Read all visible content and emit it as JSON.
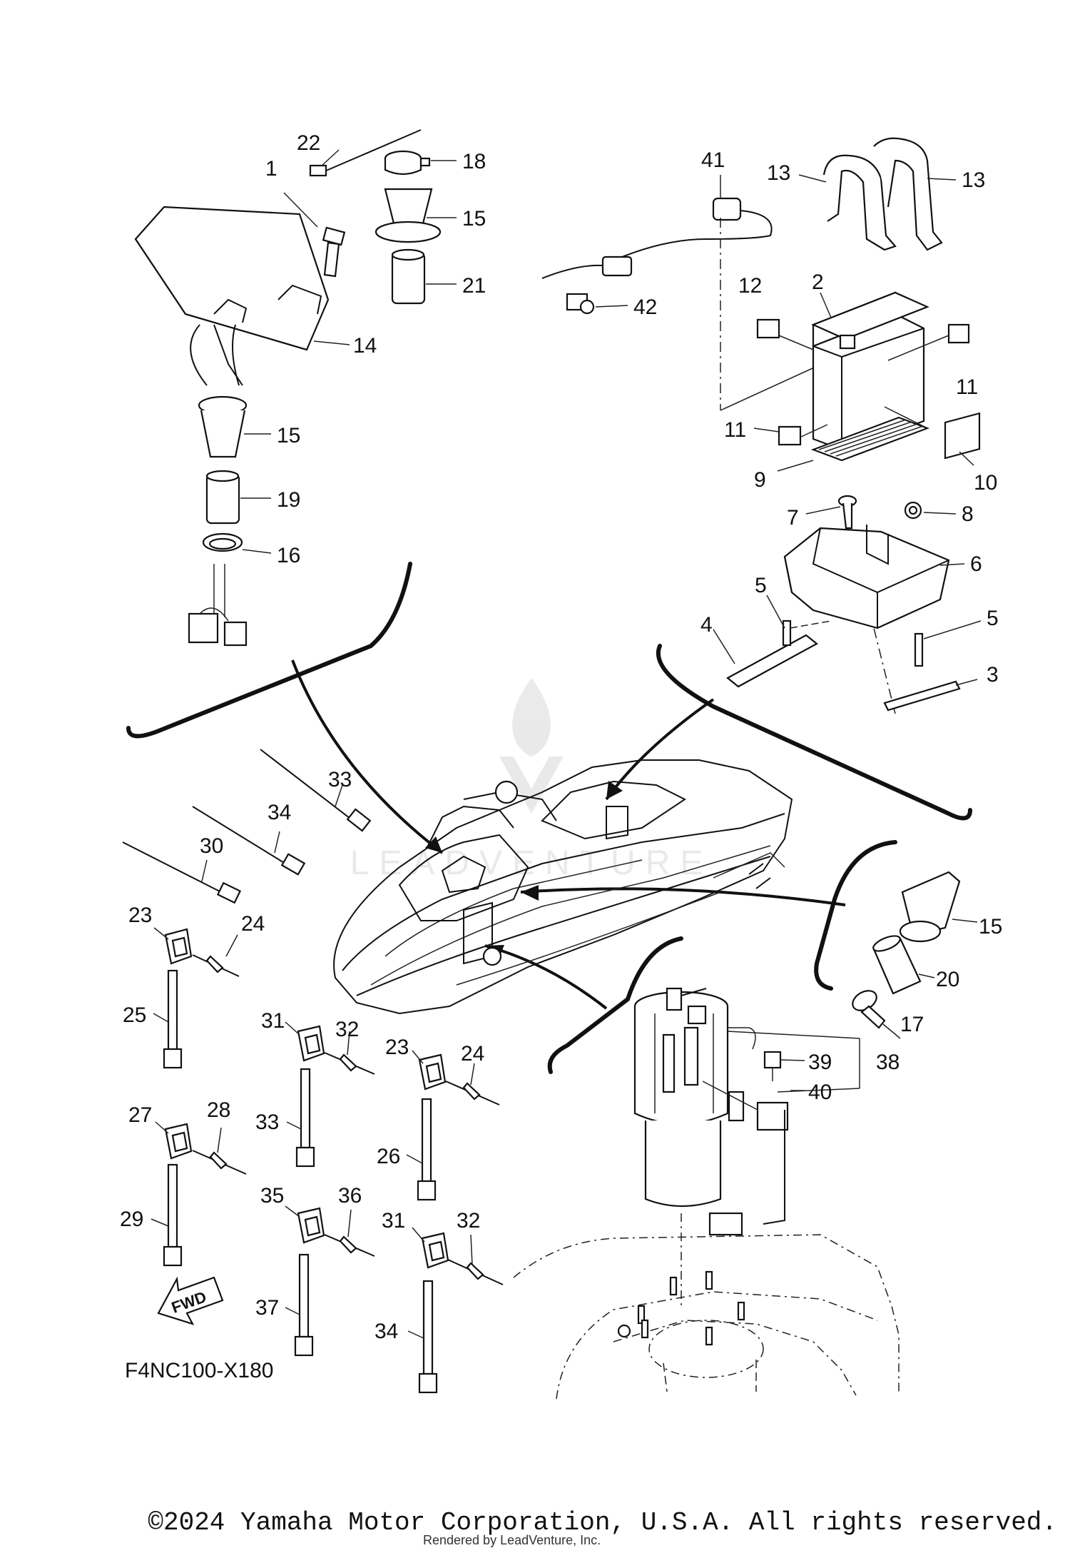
{
  "diagram": {
    "drawing_code": "F4NC100-X180",
    "fwd_label": "FWD",
    "watermark_text": "LEADVENTURE",
    "callouts": [
      {
        "id": "c22",
        "text": "22"
      },
      {
        "id": "c18",
        "text": "18"
      },
      {
        "id": "c1",
        "text": "1"
      },
      {
        "id": "c15a",
        "text": "15"
      },
      {
        "id": "c21",
        "text": "21"
      },
      {
        "id": "c14",
        "text": "14"
      },
      {
        "id": "c15b",
        "text": "15"
      },
      {
        "id": "c19",
        "text": "19"
      },
      {
        "id": "c16",
        "text": "16"
      },
      {
        "id": "c41",
        "text": "41"
      },
      {
        "id": "c13a",
        "text": "13"
      },
      {
        "id": "c13b",
        "text": "13"
      },
      {
        "id": "c42",
        "text": "42"
      },
      {
        "id": "c12",
        "text": "12"
      },
      {
        "id": "c2",
        "text": "2"
      },
      {
        "id": "c11a",
        "text": "11"
      },
      {
        "id": "c11b",
        "text": "11"
      },
      {
        "id": "c9",
        "text": "9"
      },
      {
        "id": "c10",
        "text": "10"
      },
      {
        "id": "c7",
        "text": "7"
      },
      {
        "id": "c8",
        "text": "8"
      },
      {
        "id": "c6",
        "text": "6"
      },
      {
        "id": "c5a",
        "text": "5"
      },
      {
        "id": "c5b",
        "text": "5"
      },
      {
        "id": "c4",
        "text": "4"
      },
      {
        "id": "c3",
        "text": "3"
      },
      {
        "id": "c33a",
        "text": "33"
      },
      {
        "id": "c34a",
        "text": "34"
      },
      {
        "id": "c30",
        "text": "30"
      },
      {
        "id": "c23a",
        "text": "23"
      },
      {
        "id": "c24a",
        "text": "24"
      },
      {
        "id": "c25",
        "text": "25"
      },
      {
        "id": "c31a",
        "text": "31"
      },
      {
        "id": "c32a",
        "text": "32"
      },
      {
        "id": "c23b",
        "text": "23"
      },
      {
        "id": "c24b",
        "text": "24"
      },
      {
        "id": "c33b",
        "text": "33"
      },
      {
        "id": "c26",
        "text": "26"
      },
      {
        "id": "c27",
        "text": "27"
      },
      {
        "id": "c28",
        "text": "28"
      },
      {
        "id": "c29",
        "text": "29"
      },
      {
        "id": "c35",
        "text": "35"
      },
      {
        "id": "c36",
        "text": "36"
      },
      {
        "id": "c31b",
        "text": "31"
      },
      {
        "id": "c32b",
        "text": "32"
      },
      {
        "id": "c37",
        "text": "37"
      },
      {
        "id": "c34b",
        "text": "34"
      },
      {
        "id": "c15c",
        "text": "15"
      },
      {
        "id": "c20",
        "text": "20"
      },
      {
        "id": "c17",
        "text": "17"
      },
      {
        "id": "c39",
        "text": "39"
      },
      {
        "id": "c38",
        "text": "38"
      },
      {
        "id": "c40",
        "text": "40"
      }
    ]
  },
  "footer": {
    "copyright": "©2024 Yamaha Motor Corporation, U.S.A. All rights reserved.",
    "rendered_by": "Rendered by LeadVenture, Inc."
  }
}
